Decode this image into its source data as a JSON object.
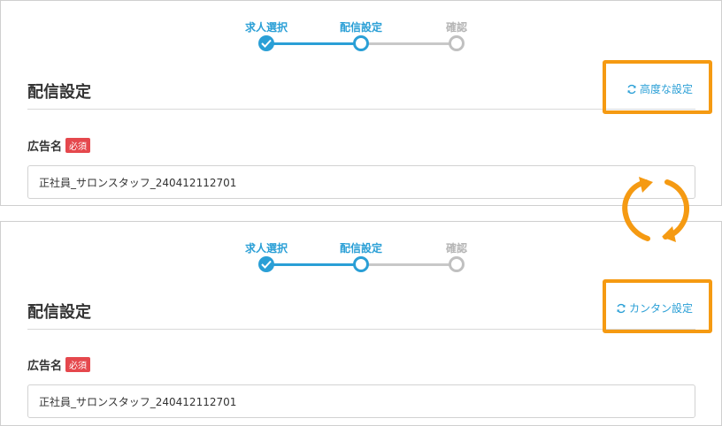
{
  "steps": [
    {
      "label": "求人選択",
      "state": "done"
    },
    {
      "label": "配信設定",
      "state": "current"
    },
    {
      "label": "確認",
      "state": "todo"
    }
  ],
  "top_panel": {
    "section_title": "配信設定",
    "toggle_label": "高度な設定",
    "field_label": "広告名",
    "required_badge": "必須",
    "ad_name_value": "正社員_サロンスタッフ_240412112701"
  },
  "bottom_panel": {
    "section_title": "配信設定",
    "toggle_label": "カンタン設定",
    "field_label": "広告名",
    "required_badge": "必須",
    "ad_name_value": "正社員_サロンスタッフ_240412112701"
  },
  "icons": {
    "toggle": "refresh-icon",
    "swap": "swap-cycle-icon",
    "step_done": "check-icon"
  },
  "colors": {
    "accent": "#2a9fd6",
    "highlight": "#f59a12",
    "required": "#e5484d",
    "inactive": "#c0c0c0"
  }
}
